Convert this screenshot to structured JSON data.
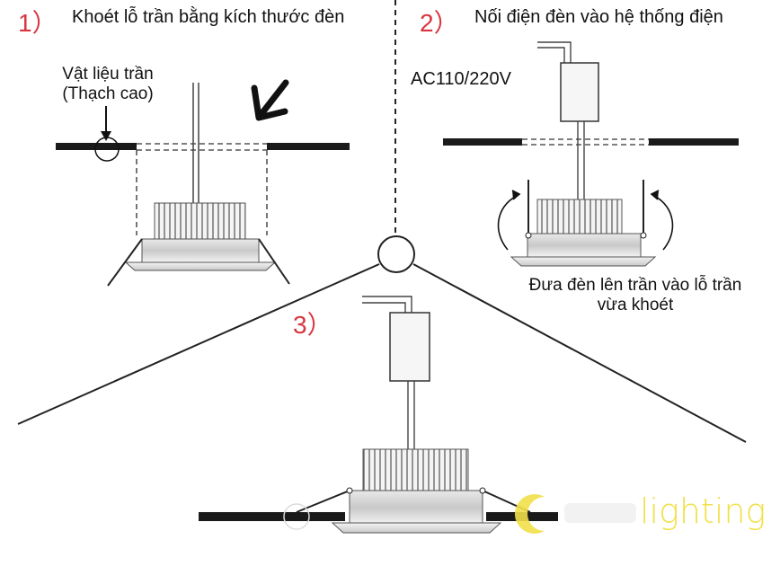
{
  "steps": [
    {
      "number": "1）",
      "title": "Khoét lỗ trần bằng kích thước đèn"
    },
    {
      "number": "2）",
      "title": "Nối điện đèn vào hệ thống điện"
    },
    {
      "number": "3）"
    }
  ],
  "labels": {
    "ceiling_material_line1": "Vật liệu trần",
    "ceiling_material_line2": "(Thạch cao)",
    "voltage": "AC110/220V",
    "mount_line1": "Đưa đèn lên trần vào lỗ trần",
    "mount_line2": "vừa khoét"
  },
  "watermark": {
    "text": "lighting"
  },
  "colors": {
    "step_number": "#d9353f",
    "watermark": "#f2e04a",
    "watermark_faint": "#e8e8e8"
  },
  "icons": [
    "arrow-down-left-icon",
    "pointer-arrow-icon",
    "rotate-clockwise-icon",
    "rotate-counterclockwise-icon",
    "moon-logo-icon"
  ]
}
